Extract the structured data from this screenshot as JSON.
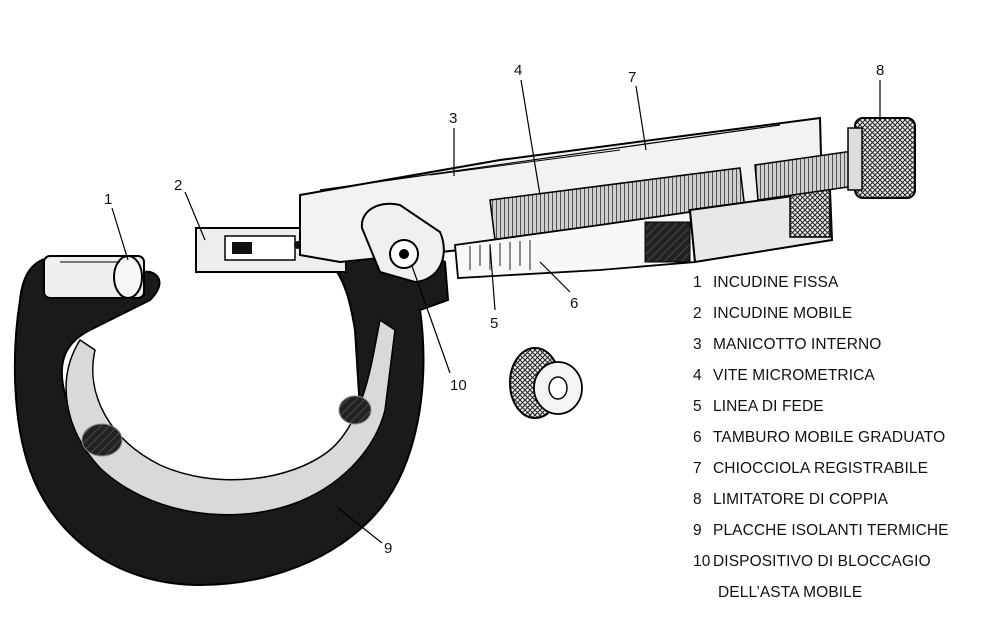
{
  "callouts": [
    "1",
    "2",
    "3",
    "4",
    "5",
    "6",
    "7",
    "8",
    "9",
    "10"
  ],
  "legend": [
    {
      "num": "1",
      "text": "INCUDINE FISSA"
    },
    {
      "num": "2",
      "text": "INCUDINE MOBILE"
    },
    {
      "num": "3",
      "text": "MANICOTTO INTERNO"
    },
    {
      "num": "4",
      "text": "VITE MICROMETRICA"
    },
    {
      "num": "5",
      "text": "LINEA DI FEDE"
    },
    {
      "num": "6",
      "text": "TAMBURO MOBILE GRADUATO"
    },
    {
      "num": "7",
      "text": "CHIOCCIOLA REGISTRABILE"
    },
    {
      "num": "8",
      "text": "LIMITATORE DI COPPIA"
    },
    {
      "num": "9",
      "text": "PLACCHE ISOLANTI TERMICHE"
    },
    {
      "num": "10",
      "text": "DISPOSITIVO DI BLOCCAGIO",
      "continuation": "DELL’ASTA MOBILE"
    }
  ]
}
